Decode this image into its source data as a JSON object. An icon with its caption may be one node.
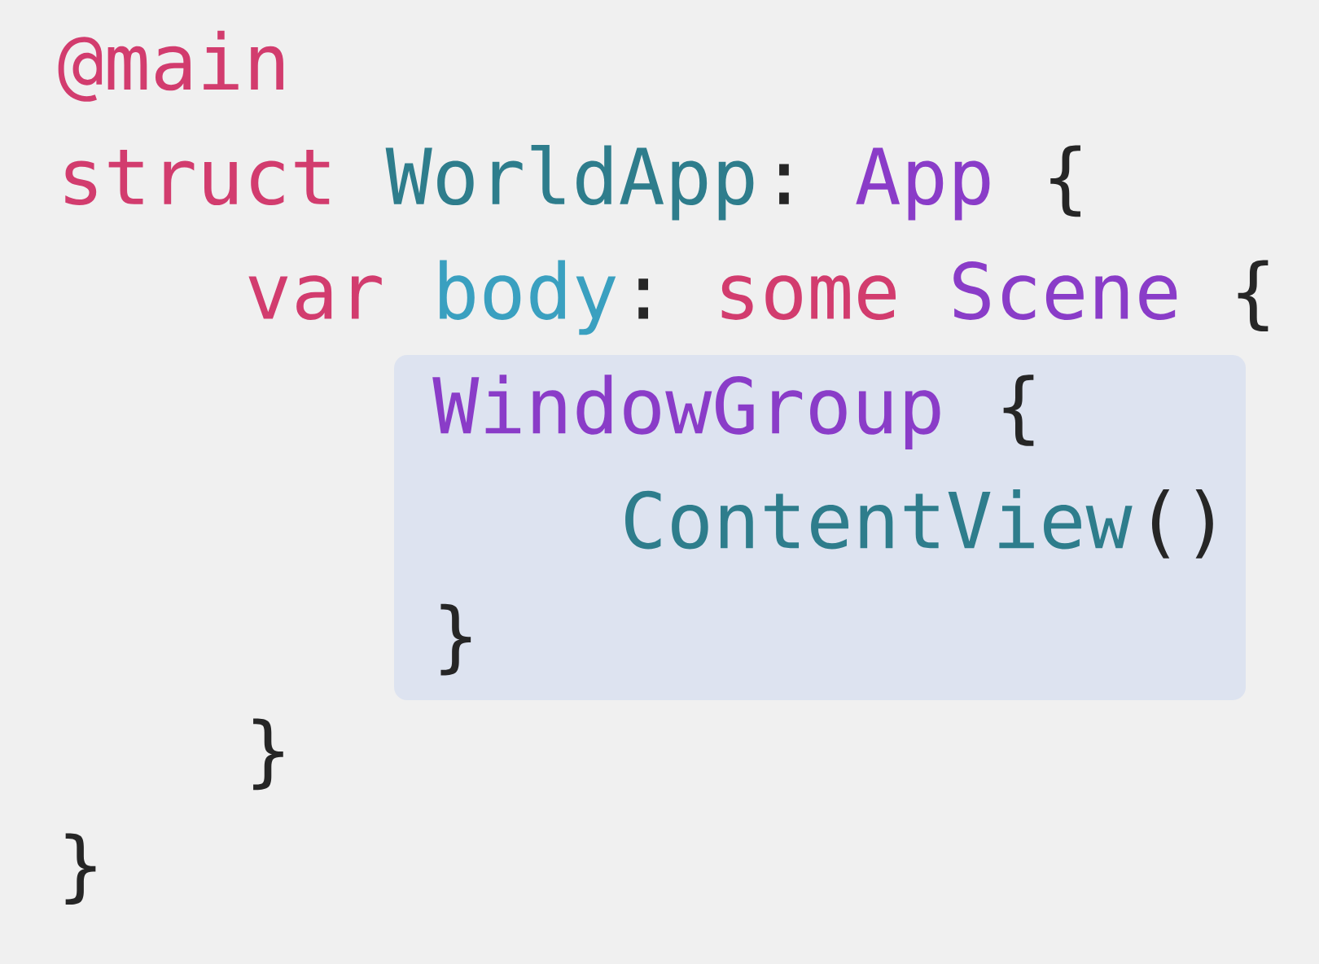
{
  "diagram": {
    "nodes": [
      {
        "text": [
          "WindowGroup",
          "{",
          "ContentView",
          "()",
          "}"
        ]
      }
    ],
    "labels": [
      "@main",
      "struct",
      "WorldApp",
      ":",
      "App",
      "{",
      "var",
      "body",
      ":",
      "some",
      "Scene",
      "{",
      "}",
      "}"
    ]
  }
}
